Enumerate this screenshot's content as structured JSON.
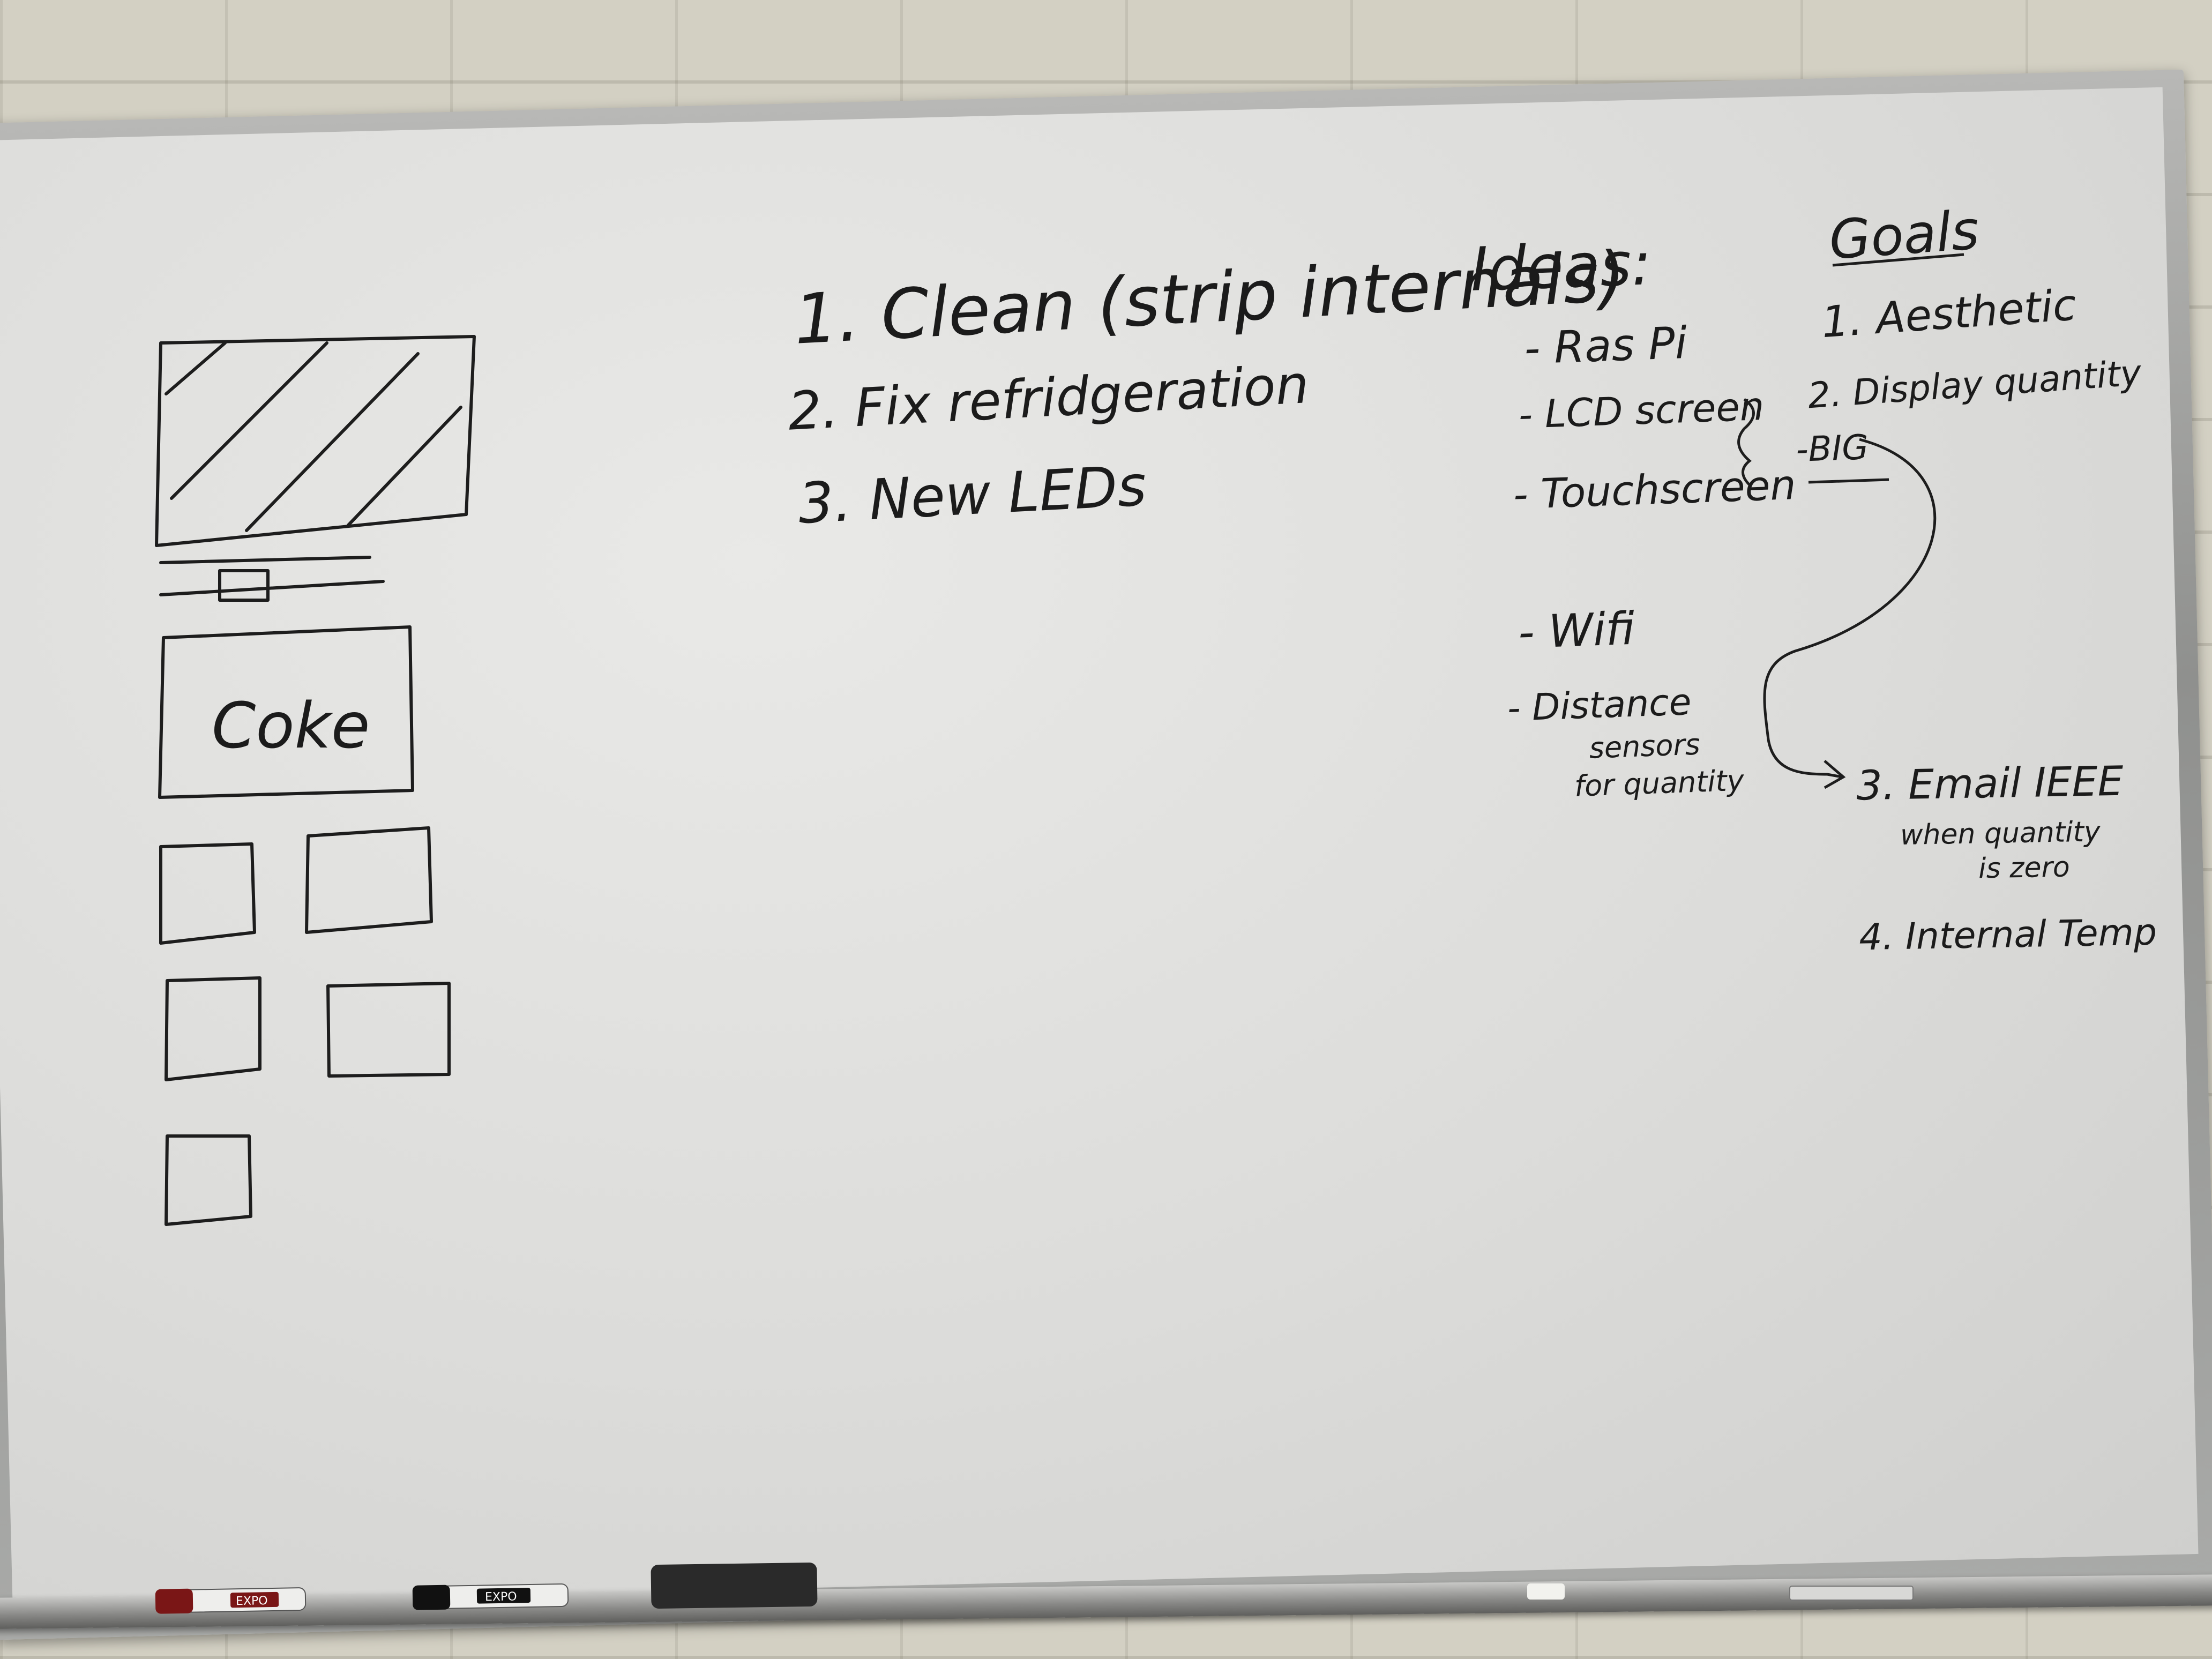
{
  "board": {
    "drawing": {
      "label": "Coke"
    },
    "todo": {
      "items": [
        "1. Clean (strip internals)",
        "2. Fix refridgeration",
        "3. New LEDs"
      ]
    },
    "ideas": {
      "heading": "Ideas:",
      "items": [
        "- Ras Pi",
        "- LCD screen",
        "- Touchscreen",
        "- Wifi",
        "- Distance"
      ],
      "sub_lines": [
        "sensors",
        "for quantity"
      ],
      "brace_note": "-BIG"
    },
    "goals": {
      "heading": "Goals",
      "items": [
        "1. Aesthetic",
        "2. Display quantity",
        "3. Email IEEE",
        "4. Internal Temp"
      ],
      "sub_lines": [
        "when quantity",
        "is zero"
      ]
    },
    "markers": [
      {
        "label": "EXPO",
        "color": "#7a1616"
      },
      {
        "label": "EXPO",
        "color": "#111111"
      }
    ]
  }
}
